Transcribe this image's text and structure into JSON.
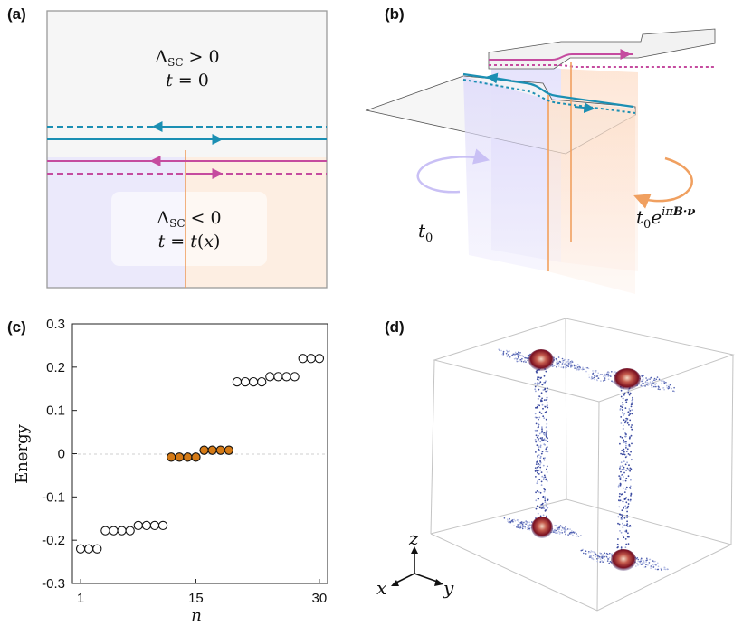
{
  "panels": {
    "a": {
      "label": "(a)",
      "top_region": {
        "line1": "Δ_SC > 0",
        "line2": "t = 0"
      },
      "bottom_region": {
        "line1": "Δ_SC < 0",
        "line2": "t = t(x)"
      }
    },
    "b": {
      "label": "(b)",
      "left_hop": "t_0",
      "right_hop": "t_0 e^{iπB·ν}"
    },
    "c": {
      "label": "(c)"
    },
    "d": {
      "label": "(d)",
      "axes": {
        "z": "z",
        "x": "x",
        "y": "y"
      }
    }
  },
  "colors": {
    "teal": "#1b8fb3",
    "magenta": "#c54b9f",
    "orange_line": "#f0a060",
    "lavender": "#e7e4fb",
    "peach": "#fde8d8",
    "gray_region": "#f5f5f5",
    "marker_fill": "#d47a16"
  },
  "chart_data": {
    "type": "scatter",
    "xlabel": "n",
    "ylabel": "Energy",
    "xlim": [
      0,
      31
    ],
    "ylim": [
      -0.3,
      0.3
    ],
    "xticks": [
      1,
      15,
      30
    ],
    "yticks": [
      -0.3,
      -0.2,
      -0.1,
      0,
      0.1,
      0.2,
      0.3
    ],
    "ytick_labels": [
      "-0.3",
      "-0.2",
      "-0.1",
      "0",
      "0.1",
      "0.2",
      "0.3"
    ],
    "zero_line": true,
    "series": [
      {
        "style": "open-circle",
        "color": "#111111",
        "x": [
          1,
          2,
          3,
          4,
          5,
          6,
          7,
          8,
          9,
          10,
          11,
          20,
          21,
          22,
          23,
          24,
          25,
          26,
          27,
          28,
          29,
          30
        ],
        "y": [
          -0.22,
          -0.22,
          -0.22,
          -0.178,
          -0.178,
          -0.178,
          -0.178,
          -0.166,
          -0.166,
          -0.166,
          -0.166,
          0.166,
          0.166,
          0.166,
          0.166,
          0.178,
          0.178,
          0.178,
          0.178,
          0.22,
          0.22,
          0.22
        ]
      },
      {
        "style": "filled-circle",
        "color": "#d47a16",
        "x": [
          12,
          13,
          14,
          15,
          16,
          17,
          18,
          19
        ],
        "y": [
          -0.008,
          -0.008,
          -0.008,
          -0.008,
          0.008,
          0.008,
          0.008,
          0.008
        ]
      }
    ]
  }
}
